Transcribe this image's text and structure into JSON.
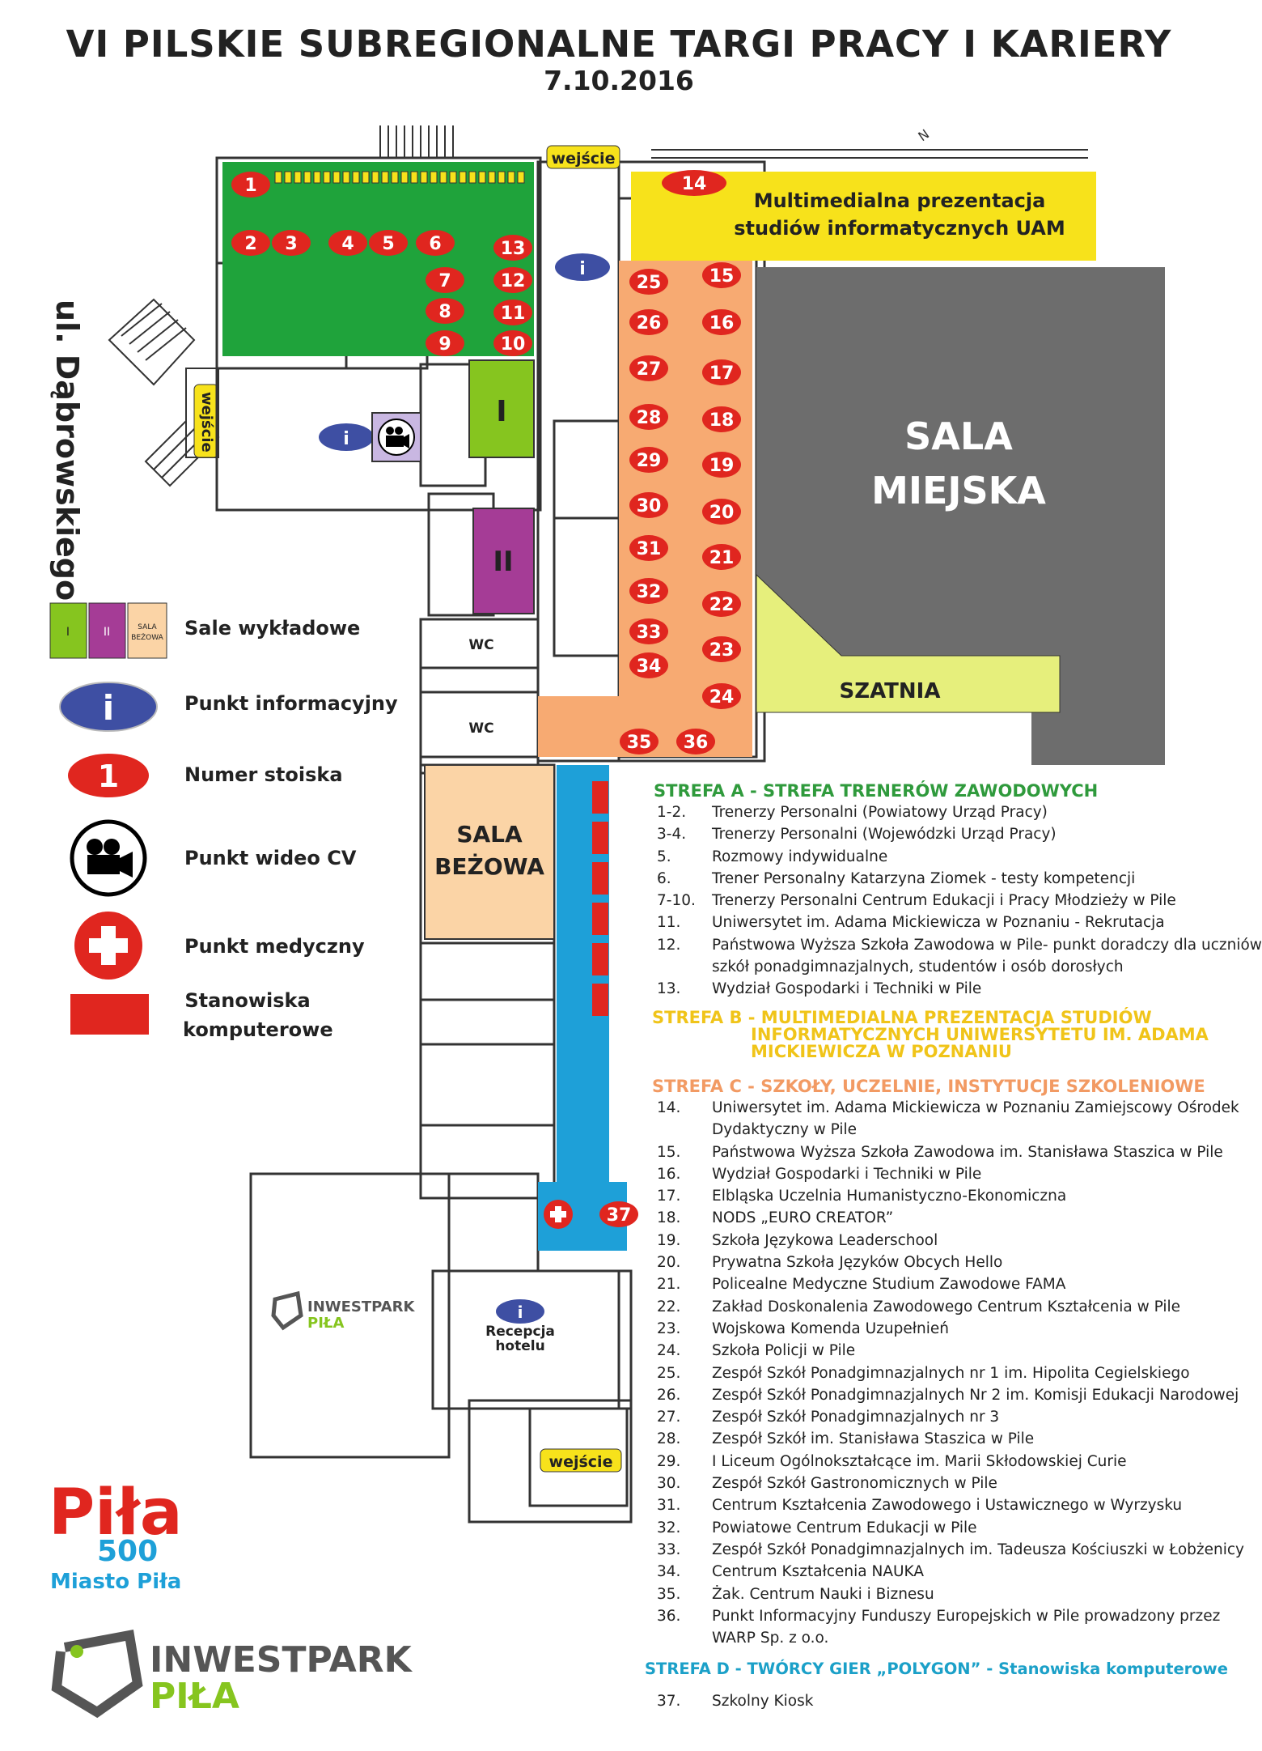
{
  "header": {
    "title": "VI PILSKIE SUBREGIONALNE TARGI PRACY I KARIERY",
    "date": "7.10.2016"
  },
  "map": {
    "street": "ul. Dąbrowskiego",
    "entrance_label": "wejście",
    "north_label": "N",
    "multimedia_line1": "Multimedialna prezentacja",
    "multimedia_line2": "studiów informatycznych UAM",
    "sala_miejska_line1": "SALA",
    "sala_miejska_line2": "MIEJSKA",
    "szatnia": "SZATNIA",
    "wc": "WC",
    "sala_bezowa_line1": "SALA",
    "sala_bezowa_line2": "BEŻOWA",
    "hall_i": "I",
    "hall_ii": "II",
    "reception_line1": "Recepcja",
    "reception_line2": "hotelu",
    "inwestpark_line1": "INWESTPARK",
    "inwestpark_line2": "PIŁA",
    "stand_numbers": [
      "1",
      "2",
      "3",
      "4",
      "5",
      "6",
      "7",
      "8",
      "9",
      "10",
      "11",
      "12",
      "13",
      "14",
      "15",
      "16",
      "17",
      "18",
      "19",
      "20",
      "21",
      "22",
      "23",
      "24",
      "25",
      "26",
      "27",
      "28",
      "29",
      "30",
      "31",
      "32",
      "33",
      "34",
      "35",
      "36",
      "37"
    ],
    "colors": {
      "zone_a": "#1fa33b",
      "zone_b": "#f7e21b",
      "zone_c": "#f7aa72",
      "zone_d": "#1ea0d8",
      "hall_i": "#86c51f",
      "hall_ii": "#a53c96",
      "sala_bezowa": "#fbd4a6",
      "sala_miejska": "#6d6d6d",
      "szatnia": "#e6ef7c",
      "stand_red": "#e0261f",
      "info_blue": "#3e4fa3"
    }
  },
  "legend": {
    "hall_i": "I",
    "hall_ii": "II",
    "sala_bezowa_small_1": "SALA",
    "sala_bezowa_small_2": "BEŻOWA",
    "lecture_halls": "Sale wykładowe",
    "info_point": "Punkt informacyjny",
    "stand_sample_number": "1",
    "stand_number": "Numer stoiska",
    "video_cv": "Punkt wideo CV",
    "medical": "Punkt medyczny",
    "computers_line1": "Stanowiska",
    "computers_line2": "komputerowe",
    "icons": [
      "info-icon",
      "video-camera-icon",
      "medical-cross-icon"
    ]
  },
  "zones": {
    "a_title": "STREFA A - STREFA TRENERÓW ZAWODOWYCH",
    "a_items": [
      {
        "num": "1-2.",
        "text": "Trenerzy Personalni (Powiatowy Urząd Pracy)"
      },
      {
        "num": "3-4.",
        "text": "Trenerzy Personalni (Wojewódzki Urząd Pracy)"
      },
      {
        "num": "5.",
        "text": "Rozmowy indywidualne"
      },
      {
        "num": "6.",
        "text": "Trener Personalny Katarzyna Ziomek - testy kompetencji"
      },
      {
        "num": "7-10.",
        "text": "Trenerzy Personalni Centrum Edukacji i Pracy Młodzieży w Pile"
      },
      {
        "num": "11.",
        "text": "Uniwersytet im. Adama Mickiewicza w Poznaniu - Rekrutacja"
      },
      {
        "num": "12.",
        "text": "Państwowa Wyższa Szkoła Zawodowa w Pile- punkt doradczy dla uczniów"
      },
      {
        "num": "",
        "text": "szkół ponadgimnazjalnych, studentów i osób dorosłych"
      },
      {
        "num": "13.",
        "text": "Wydział Gospodarki i Techniki w Pile"
      }
    ],
    "b_title_1": "STREFA B - MULTIMEDIALNA PREZENTACJA STUDIÓW",
    "b_title_2": "INFORMATYCZNYCH UNIWERSYTETU IM. ADAMA",
    "b_title_3": "MICKIEWICZA W POZNANIU",
    "c_title": "STREFA C - SZKOŁY, UCZELNIE, INSTYTUCJE SZKOLENIOWE",
    "c_items": [
      {
        "num": "14.",
        "text": "Uniwersytet im. Adama Mickiewicza w Poznaniu Zamiejscowy Ośrodek"
      },
      {
        "num": "",
        "text": "Dydaktyczny w Pile"
      },
      {
        "num": "15.",
        "text": "Państwowa Wyższa Szkoła Zawodowa im. Stanisława Staszica w Pile"
      },
      {
        "num": "16.",
        "text": "Wydział Gospodarki i Techniki w Pile"
      },
      {
        "num": "17.",
        "text": "Elbląska Uczelnia Humanistyczno-Ekonomiczna"
      },
      {
        "num": "18.",
        "text": "NODS „EURO CREATOR”"
      },
      {
        "num": "19.",
        "text": "Szkoła Językowa Leaderschool"
      },
      {
        "num": "20.",
        "text": "Prywatna Szkoła Języków Obcych Hello"
      },
      {
        "num": "21.",
        "text": "Policealne Medyczne Studium Zawodowe FAMA"
      },
      {
        "num": "22.",
        "text": "Zakład Doskonalenia Zawodowego Centrum Kształcenia w Pile"
      },
      {
        "num": "23.",
        "text": "Wojskowa Komenda Uzupełnień"
      },
      {
        "num": "24.",
        "text": "Szkoła Policji w Pile"
      },
      {
        "num": "25.",
        "text": "Zespół Szkół Ponadgimnazjalnych nr 1 im. Hipolita Cegielskiego"
      },
      {
        "num": "26.",
        "text": "Zespół Szkół Ponadgimnazjalnych Nr 2 im. Komisji Edukacji Narodowej"
      },
      {
        "num": "27.",
        "text": "Zespół Szkół Ponadgimnazjalnych nr 3"
      },
      {
        "num": "28.",
        "text": "Zespół Szkół im. Stanisława Staszica w Pile"
      },
      {
        "num": "29.",
        "text": "I Liceum Ogólnokształcące im. Marii Skłodowskiej Curie"
      },
      {
        "num": "30.",
        "text": "Zespół Szkół Gastronomicznych w Pile"
      },
      {
        "num": "31.",
        "text": "Centrum Kształcenia Zawodowego i Ustawicznego w Wyrzysku"
      },
      {
        "num": "32.",
        "text": "Powiatowe Centrum Edukacji w Pile"
      },
      {
        "num": "33.",
        "text": "Zespół Szkół Ponadgimnazjalnych im. Tadeusza Kościuszki w Łobżenicy"
      },
      {
        "num": "34.",
        "text": "Centrum Kształcenia NAUKA"
      },
      {
        "num": "35.",
        "text": "Żak. Centrum Nauki i Biznesu"
      },
      {
        "num": "36.",
        "text": "Punkt Informacyjny Funduszy Europejskich w Pile prowadzony przez"
      },
      {
        "num": "",
        "text": "WARP Sp. z o.o."
      }
    ],
    "d_title": "STREFA D - TWÓRCY GIER „POLYGON” - Stanowiska komputerowe",
    "d_items": [
      {
        "num": "37.",
        "text": "Szkolny Kiosk"
      }
    ]
  },
  "logos": {
    "pila_letters": "Piła",
    "pila_500": "500",
    "pila_caption": "Miasto Piła",
    "inwestpark_line1": "INWESTPARK",
    "inwestpark_line2": "PIŁA"
  }
}
